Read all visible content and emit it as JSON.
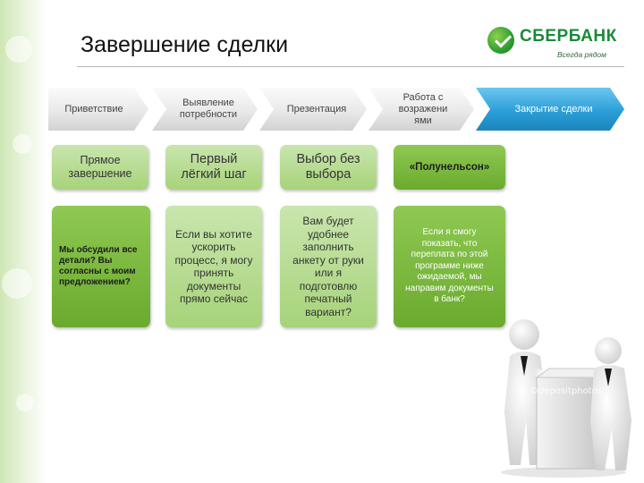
{
  "title": "Завершение сделки",
  "logo": {
    "name": "СБЕРБАНК",
    "tagline": "Всегда рядом"
  },
  "stages": [
    "Приветствие",
    "Выявление потребности",
    "Презентация",
    "Работа с возражени ями",
    "Закрытие сделки"
  ],
  "row1": [
    "Прямое завершение",
    "Первый лёгкий шаг",
    "Выбор без выбора",
    "«Полунельсон»"
  ],
  "row2": [
    "Мы обсудили все детали? Вы согласны с моим предложением?",
    "Если вы хотите ускорить процесс, я могу принять документы прямо сейчас",
    "Вам будет удобнее заполнить анкету от руки или я подготовлю печатный вариант?",
    "Если я смогу показать, что переплата по этой программе ниже ожидаемой, мы направим документы в банк?"
  ],
  "watermark": "©depositphotos",
  "colors": {
    "active_stage": "#2b9fd8",
    "card_light": "#b8dd93",
    "card_green": "#7bbb3f",
    "brand": "#1a8a3a"
  }
}
